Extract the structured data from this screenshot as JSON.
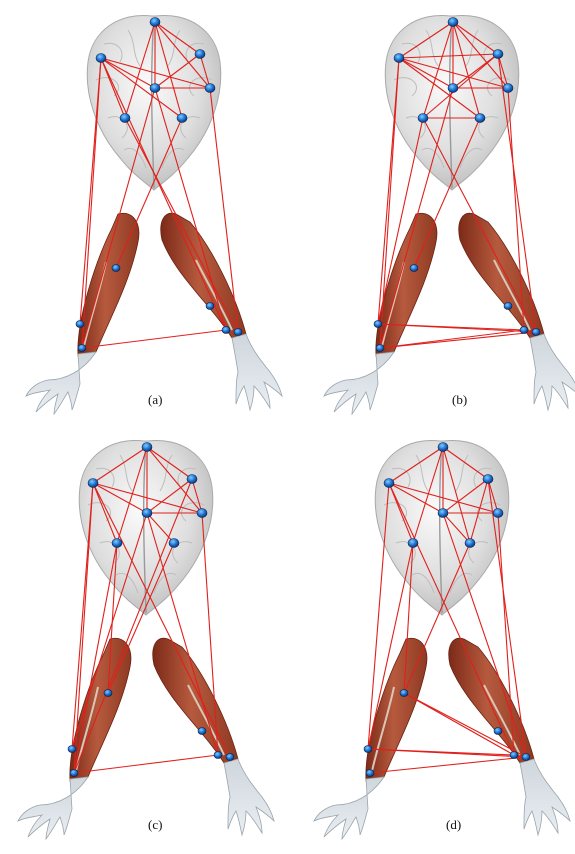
{
  "panels": [
    {
      "label": "(a)",
      "connections": [
        [
          "B1",
          "B3"
        ],
        [
          "B1",
          "B4"
        ],
        [
          "B1",
          "B5"
        ],
        [
          "B1",
          "B6"
        ],
        [
          "B1",
          "B7"
        ],
        [
          "B2",
          "B4"
        ],
        [
          "B2",
          "B5"
        ],
        [
          "B2",
          "B6"
        ],
        [
          "B2",
          "B7"
        ],
        [
          "B3",
          "B4"
        ],
        [
          "B3",
          "B5"
        ],
        [
          "B4",
          "B5"
        ],
        [
          "B2",
          "L2"
        ],
        [
          "B2",
          "L3"
        ],
        [
          "B4",
          "L3"
        ],
        [
          "B6",
          "R3"
        ],
        [
          "B4",
          "R2"
        ],
        [
          "B2",
          "R2"
        ],
        [
          "B5",
          "R3"
        ],
        [
          "B7",
          "L1"
        ],
        [
          "L3",
          "R2"
        ]
      ]
    },
    {
      "label": "(b)",
      "connections": [
        [
          "B1",
          "B2"
        ],
        [
          "B1",
          "B3"
        ],
        [
          "B1",
          "B4"
        ],
        [
          "B1",
          "B5"
        ],
        [
          "B1",
          "B6"
        ],
        [
          "B1",
          "B7"
        ],
        [
          "B2",
          "B4"
        ],
        [
          "B2",
          "B5"
        ],
        [
          "B3",
          "B4"
        ],
        [
          "B3",
          "B5"
        ],
        [
          "B4",
          "B5"
        ],
        [
          "B2",
          "B3"
        ],
        [
          "B6",
          "B7"
        ],
        [
          "B2",
          "B7"
        ],
        [
          "B3",
          "B6"
        ],
        [
          "B2",
          "L2"
        ],
        [
          "B2",
          "L3"
        ],
        [
          "B6",
          "L2"
        ],
        [
          "B7",
          "L1"
        ],
        [
          "B3",
          "R3"
        ],
        [
          "B5",
          "R2"
        ],
        [
          "B6",
          "R3"
        ],
        [
          "B4",
          "L3"
        ],
        [
          "L2",
          "R2"
        ],
        [
          "L3",
          "R2"
        ],
        [
          "L2",
          "R3"
        ],
        [
          "L3",
          "R3"
        ]
      ]
    },
    {
      "label": "(c)",
      "connections": [
        [
          "B1",
          "B2"
        ],
        [
          "B1",
          "B3"
        ],
        [
          "B1",
          "B4"
        ],
        [
          "B1",
          "B5"
        ],
        [
          "B1",
          "B6"
        ],
        [
          "B2",
          "B4"
        ],
        [
          "B2",
          "B5"
        ],
        [
          "B3",
          "B4"
        ],
        [
          "B3",
          "B5"
        ],
        [
          "B4",
          "B5"
        ],
        [
          "B2",
          "B6"
        ],
        [
          "B4",
          "B7"
        ],
        [
          "B2",
          "L2"
        ],
        [
          "B2",
          "L3"
        ],
        [
          "B4",
          "L2"
        ],
        [
          "B6",
          "L3"
        ],
        [
          "B7",
          "L1"
        ],
        [
          "B6",
          "L1"
        ],
        [
          "B2",
          "R3"
        ],
        [
          "B4",
          "R2"
        ],
        [
          "B5",
          "R2"
        ],
        [
          "B3",
          "L3"
        ],
        [
          "L3",
          "R2"
        ]
      ]
    },
    {
      "label": "(d)",
      "connections": [
        [
          "B1",
          "B2"
        ],
        [
          "B1",
          "B3"
        ],
        [
          "B1",
          "B4"
        ],
        [
          "B1",
          "B6"
        ],
        [
          "B1",
          "B7"
        ],
        [
          "B2",
          "B4"
        ],
        [
          "B2",
          "B5"
        ],
        [
          "B3",
          "B4"
        ],
        [
          "B3",
          "B5"
        ],
        [
          "B4",
          "B5"
        ],
        [
          "B2",
          "B6"
        ],
        [
          "B4",
          "B7"
        ],
        [
          "B3",
          "B7"
        ],
        [
          "B2",
          "L2"
        ],
        [
          "B6",
          "L2"
        ],
        [
          "B7",
          "L1"
        ],
        [
          "B6",
          "L1"
        ],
        [
          "B2",
          "R2"
        ],
        [
          "B3",
          "R3"
        ],
        [
          "B5",
          "R2"
        ],
        [
          "B4",
          "R3"
        ],
        [
          "L1",
          "R2"
        ],
        [
          "L2",
          "R2"
        ],
        [
          "L2",
          "R3"
        ],
        [
          "L3",
          "R3"
        ],
        [
          "L1",
          "R3"
        ]
      ]
    }
  ]
}
